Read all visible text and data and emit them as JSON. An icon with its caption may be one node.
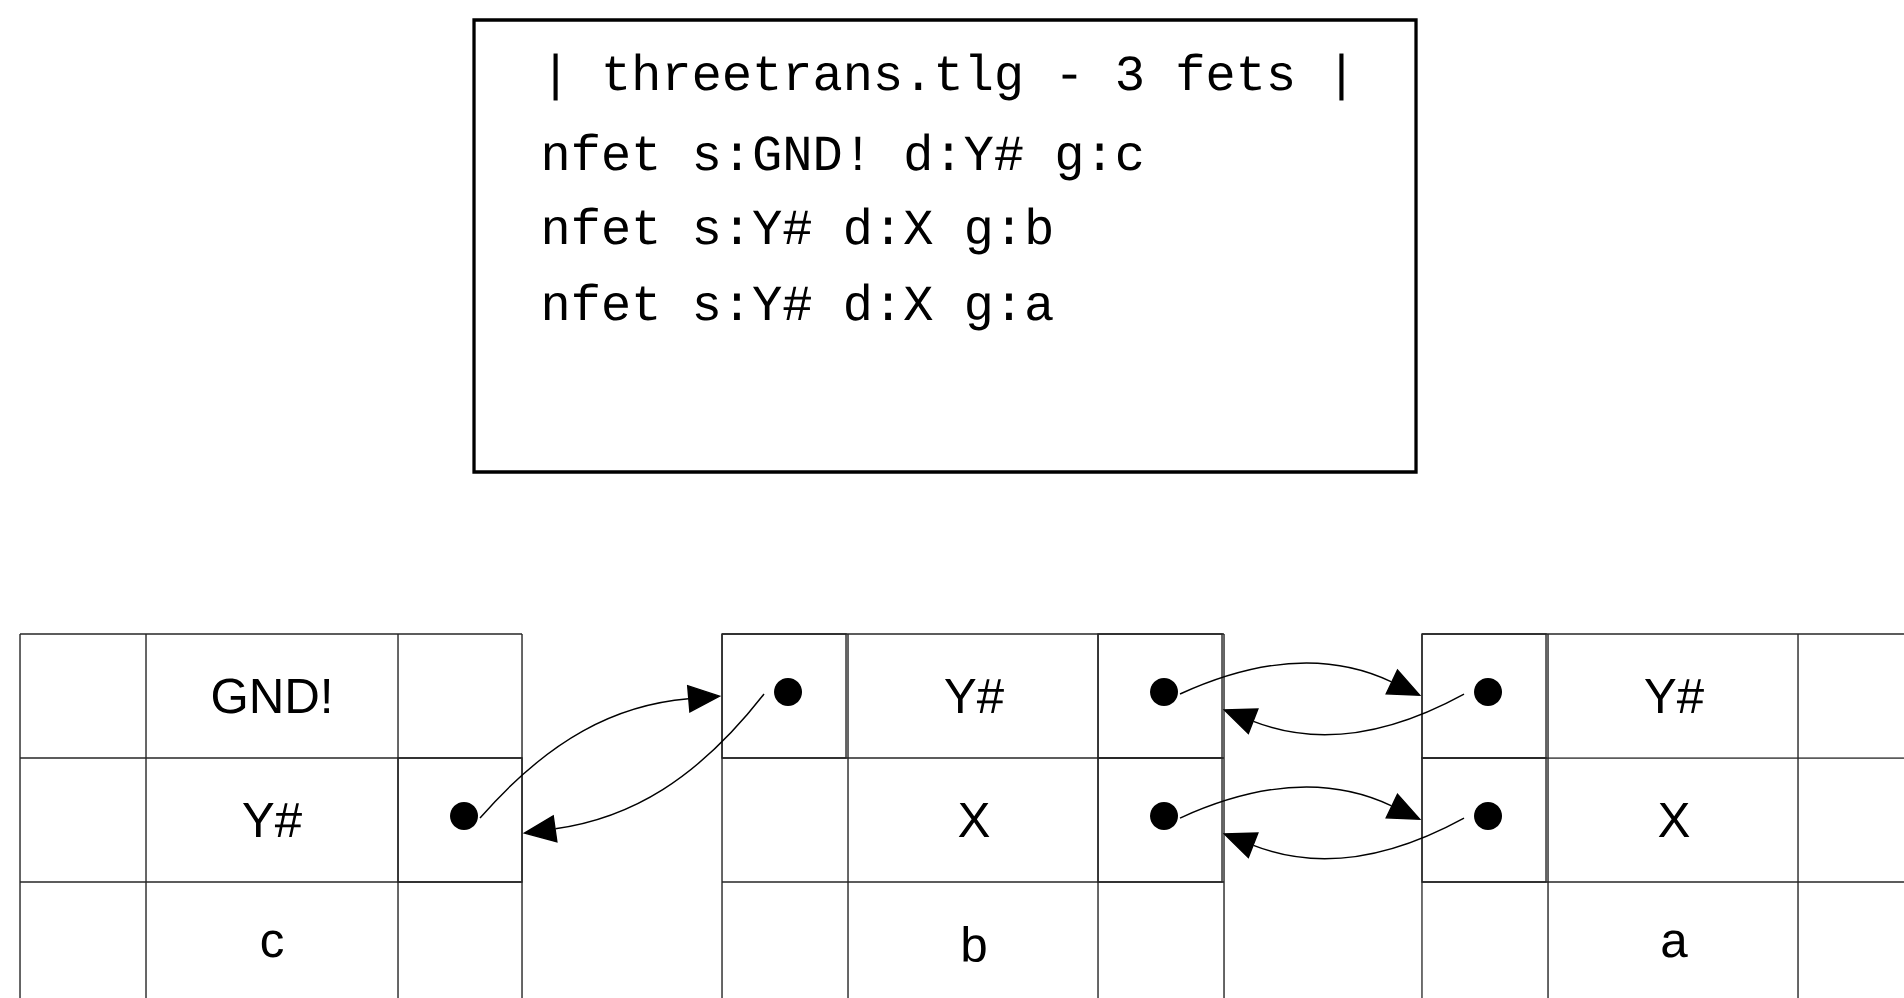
{
  "diagram": {
    "nodes": [
      {
        "text": [
          "| threetrans.tlg - 3 fets |",
          "nfet s:GND! d:Y# g:c",
          "nfet s:Y# d:X g:b",
          "nfet s:Y# d:X g:a"
        ]
      },
      {
        "text": [],
        "shape": "box"
      },
      {
        "text": [],
        "shape": "box"
      },
      {
        "text": [],
        "shape": "box"
      },
      {
        "text": [],
        "shape": "box"
      },
      {
        "text": [],
        "shape": "box"
      },
      {
        "text": [],
        "shape": "box"
      }
    ],
    "edges": [
      {
        "from": 1,
        "to": 2,
        "arrow": "to"
      },
      {
        "from": 2,
        "to": 1,
        "arrow": "to"
      },
      {
        "from": 3,
        "to": 5,
        "arrow": "to"
      },
      {
        "from": 5,
        "to": 3,
        "arrow": "to"
      },
      {
        "from": 4,
        "to": 6,
        "arrow": "to"
      },
      {
        "from": 6,
        "to": 4,
        "arrow": "to"
      }
    ],
    "labels": [
      "GND!",
      "Y#",
      "Y#",
      "Y#",
      "X",
      "X",
      "c",
      "b",
      "a"
    ]
  }
}
